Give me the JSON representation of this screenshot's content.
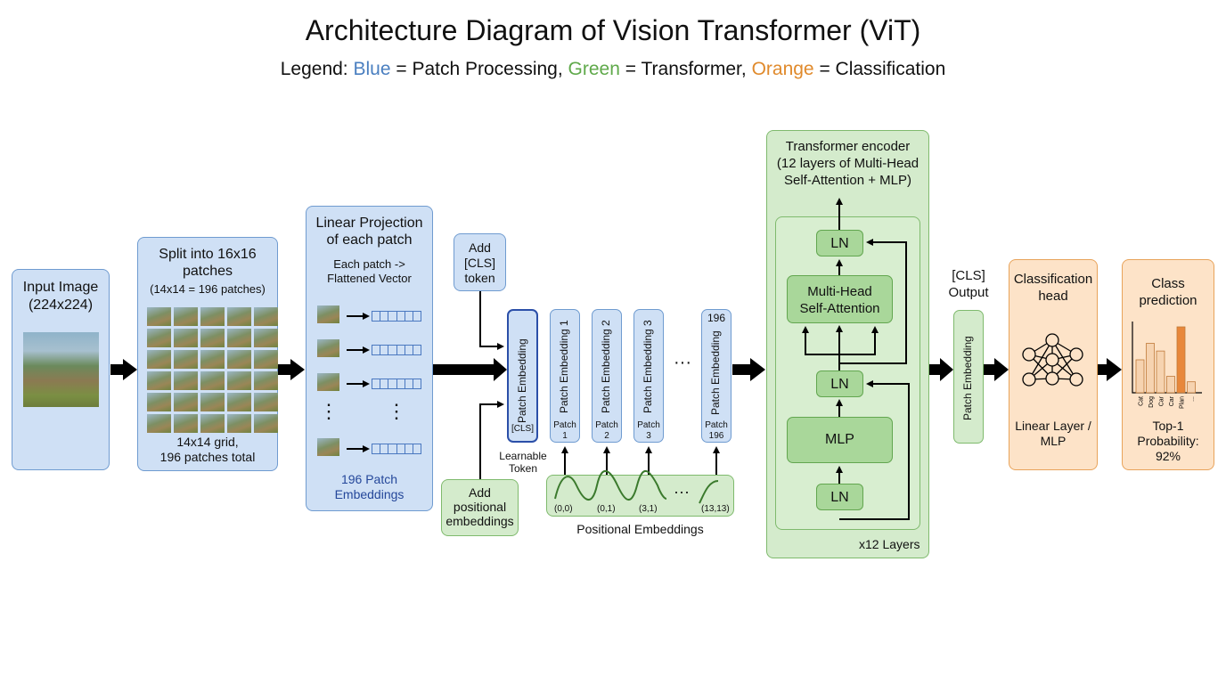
{
  "title": "Architecture Diagram of Vision Transformer (ViT)",
  "legend": {
    "prefix": "Legend: ",
    "blue": "Blue",
    "blue_desc": " = Patch Processing, ",
    "green": "Green",
    "green_desc": " = Transformer, ",
    "orange": "Orange",
    "orange_desc": " = Classification"
  },
  "input": {
    "title": "Input Image",
    "size": "(224x224)"
  },
  "split": {
    "title": "Split into 16x16",
    "title2": "patches",
    "sub": "(14x14 = 196 patches)",
    "caption1": "14x14 grid,",
    "caption2": "196 patches total"
  },
  "projection": {
    "title1": "Linear Projection",
    "title2": "of each patch",
    "sub1": "Each patch ->",
    "sub2": "Flattened Vector",
    "dots": "⋮",
    "caption1": "196 Patch",
    "caption2": "Embeddings"
  },
  "cls_token": {
    "l1": "Add",
    "l2": "[CLS]",
    "l3": "token"
  },
  "pos_add": {
    "l1": "Add",
    "l2": "positional",
    "l3": "embeddings"
  },
  "embeddings": {
    "cls": {
      "label": "Patch Embedding",
      "sub": "[CLS]"
    },
    "learnable1": "Learnable",
    "learnable2": "Token",
    "p1": {
      "label": "Patch Embedding 1",
      "sub1": "Patch",
      "sub2": "1"
    },
    "p2": {
      "label": "Patch Embedding 2",
      "sub1": "Patch",
      "sub2": "2"
    },
    "p3": {
      "label": "Patch Embedding 3",
      "sub1": "Patch",
      "sub2": "3"
    },
    "ellipsis": "···",
    "p196": {
      "top": "196",
      "label": "Patch Embedding",
      "sub1": "Patch",
      "sub2": "196"
    }
  },
  "positional": {
    "c1": "(0,0)",
    "c2": "(0,1)",
    "c3": "(3,1)",
    "dots": "···",
    "c4": "(13,13)",
    "caption": "Positional Embeddings"
  },
  "encoder": {
    "title1": "Transformer encoder",
    "title2": "(12 layers of Multi-Head",
    "title3": "Self-Attention + MLP)",
    "ln": "LN",
    "mha1": "Multi-Head",
    "mha2": "Self-Attention",
    "mlp": "MLP",
    "layers": "x12 Layers"
  },
  "cls_output": {
    "l1": "[CLS]",
    "l2": "Output",
    "label": "Patch Embedding"
  },
  "head": {
    "title1": "Classification",
    "title2": "head",
    "cap1": "Linear Layer /",
    "cap2": "MLP"
  },
  "prediction": {
    "title1": "Class",
    "title2": "prediction",
    "cap1": "Top-1",
    "cap2": "Probability:",
    "cap3": "92%"
  },
  "chart_data": {
    "type": "bar",
    "categories": [
      "Cat",
      "Dog",
      "Car",
      "Car",
      "Plan",
      "..."
    ],
    "values": [
      0.3,
      0.45,
      0.38,
      0.15,
      0.6,
      0.1
    ],
    "highlight_index": 4,
    "colors": {
      "bar": "#f6d3b0",
      "highlight": "#e8873a",
      "stroke": "#c07a3a"
    }
  },
  "colors": {
    "blue": "#4a7fc0",
    "green": "#5fa94a",
    "orange": "#e08a2c"
  }
}
